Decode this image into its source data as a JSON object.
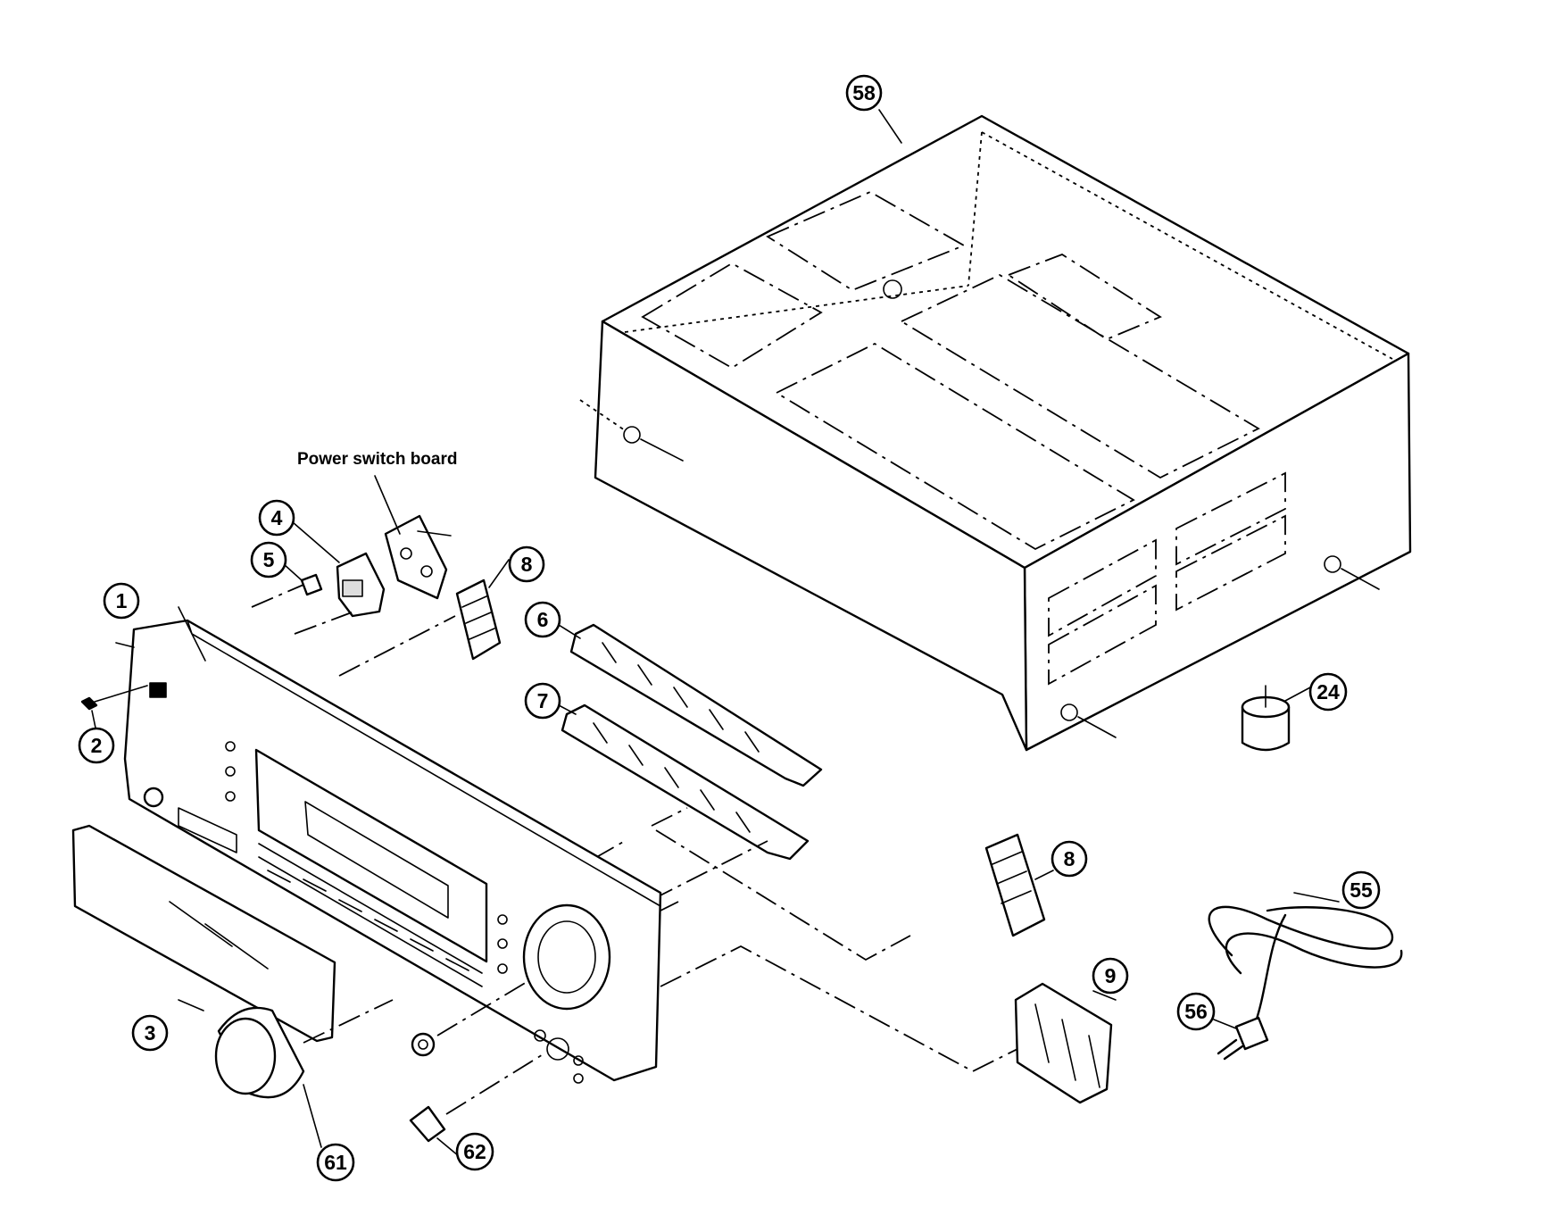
{
  "labels": {
    "power_switch_board": "Power switch board"
  },
  "callouts": [
    "58",
    "4",
    "5",
    "1",
    "2",
    "8",
    "6",
    "7",
    "24",
    "8",
    "55",
    "56",
    "9",
    "3",
    "61",
    "62"
  ]
}
